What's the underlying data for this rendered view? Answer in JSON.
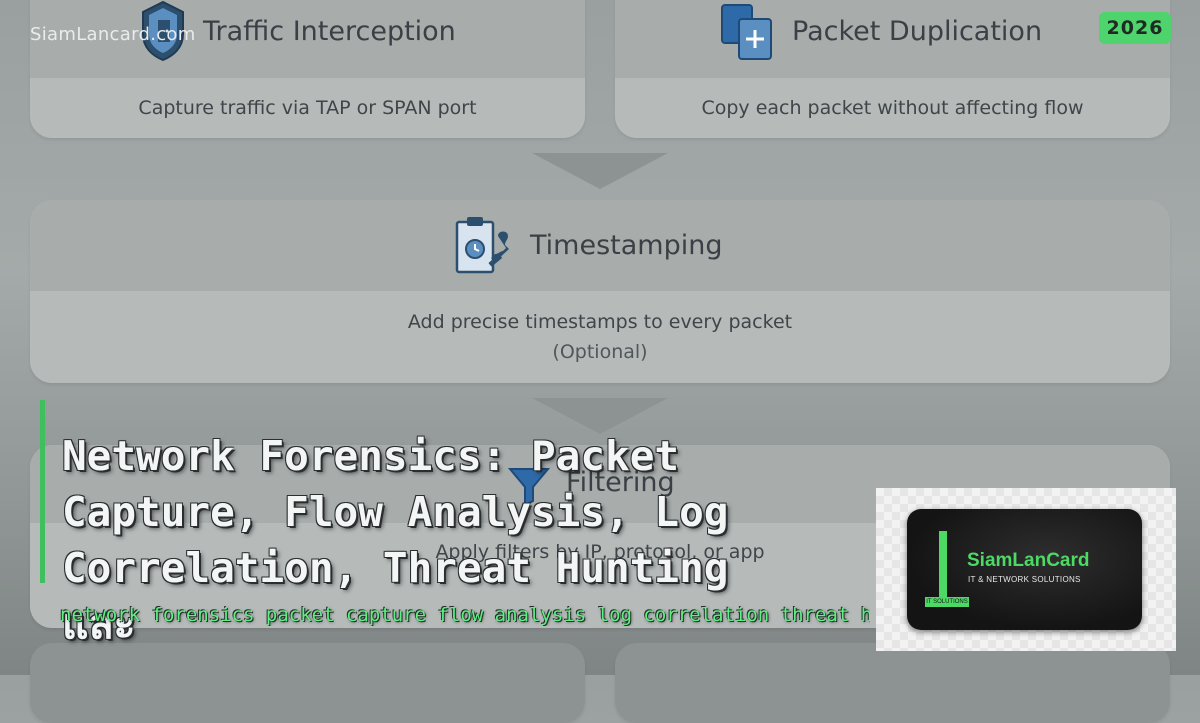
{
  "watermark": "SiamLancard.com",
  "year_badge": "2026",
  "steps": {
    "interception": {
      "title": "Traffic Interception",
      "desc": "Capture traffic via TAP or SPAN port"
    },
    "duplication": {
      "title": "Packet Duplication",
      "desc": "Copy each packet without affecting flow"
    },
    "timestamping": {
      "title": "Timestamping",
      "desc": "Add precise timestamps to every packet",
      "note": "(Optional)"
    },
    "filtering": {
      "title": "Filtering",
      "desc": "Apply filters by IP, protocol, or app"
    }
  },
  "headline": "Network Forensics: Packet Capture, Flow Analysis, Log Correlation, Threat Hunting และ",
  "subline": "network forensics packet capture flow analysis log correlation threat hunting ev",
  "logo": {
    "name": "SiamLanCard",
    "tagline": "IT & NETWORK SOLUTIONS",
    "tag": "IT SOLUTIONS"
  },
  "colors": {
    "accent_green": "#4cd964",
    "card_bg": "#b3b8b7",
    "text_dark": "#3a4045"
  }
}
